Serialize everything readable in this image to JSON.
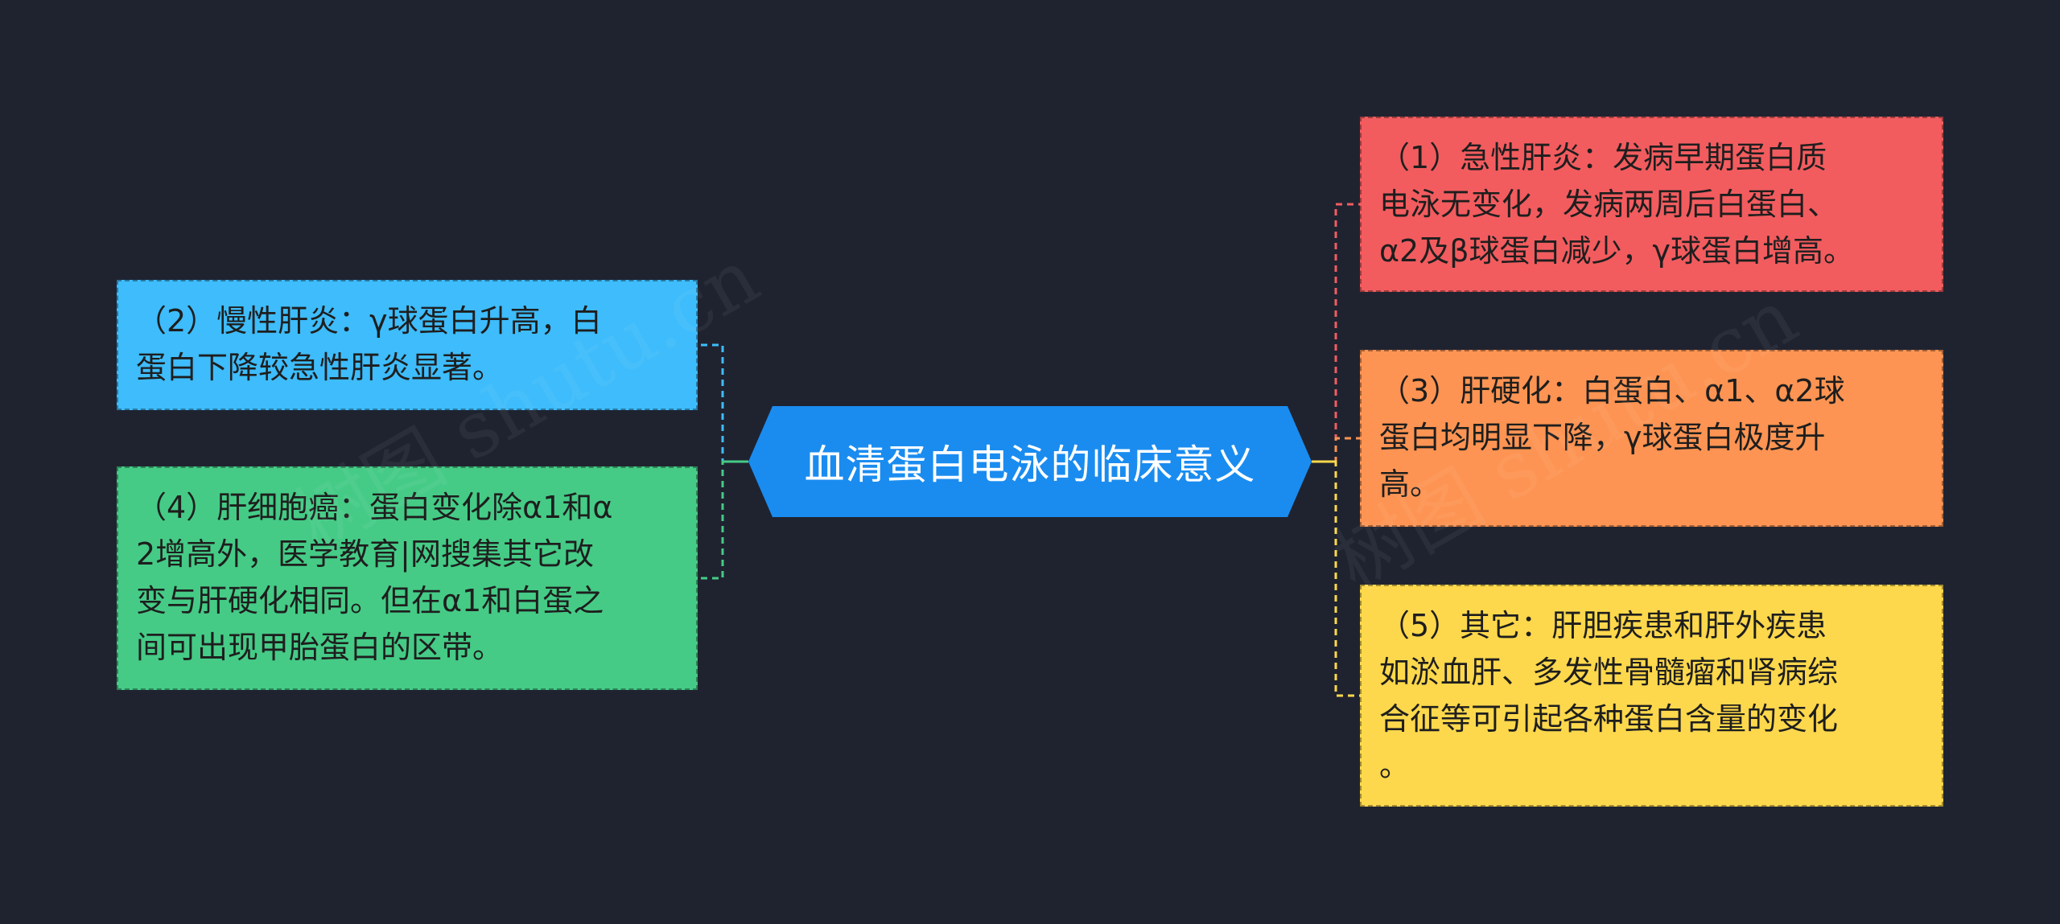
{
  "title": "血清蛋白电泳的临床意义",
  "watermark": "树图 shutu.cn",
  "colors": {
    "background": "#1f2330",
    "central": "#1a8cf0",
    "node_1": "#f25c5f",
    "node_2": "#3ebcfb",
    "node_3": "#fd9453",
    "node_4": "#45cb86",
    "node_5": "#fdd84c"
  },
  "nodes": {
    "right": [
      {
        "id": "node-1",
        "lines": [
          "（1）急性肝炎：发病早期蛋白质",
          "电泳无变化，发病两周后白蛋白、",
          "α2及β球蛋白减少，γ球蛋白增高。"
        ]
      },
      {
        "id": "node-3",
        "lines": [
          "（3）肝硬化：白蛋白、α1、α2球",
          "蛋白均明显下降，γ球蛋白极度升",
          "高。"
        ]
      },
      {
        "id": "node-5",
        "lines": [
          "（5）其它：肝胆疾患和肝外疾患",
          "如淤血肝、多发性骨髓瘤和肾病综",
          "合征等可引起各种蛋白含量的变化",
          "。"
        ]
      }
    ],
    "left": [
      {
        "id": "node-2",
        "lines": [
          "（2）慢性肝炎：γ球蛋白升高，白",
          "蛋白下降较急性肝炎显著。"
        ]
      },
      {
        "id": "node-4",
        "lines": [
          "（4）肝细胞癌：蛋白变化除α1和α",
          "2增高外，医学教育|网搜集其它改",
          "变与肝硬化相同。但在α1和白蛋之",
          "间可出现甲胎蛋白的区带。"
        ]
      }
    ]
  }
}
